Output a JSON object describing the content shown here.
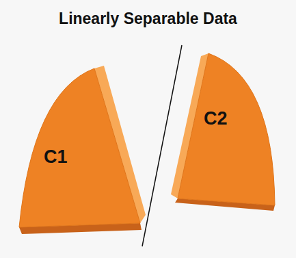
{
  "diagram": {
    "title": "Linearly Separable Data",
    "nodes": [
      {
        "text": [
          "C1"
        ]
      },
      {
        "text": [
          "C2"
        ]
      }
    ]
  }
}
